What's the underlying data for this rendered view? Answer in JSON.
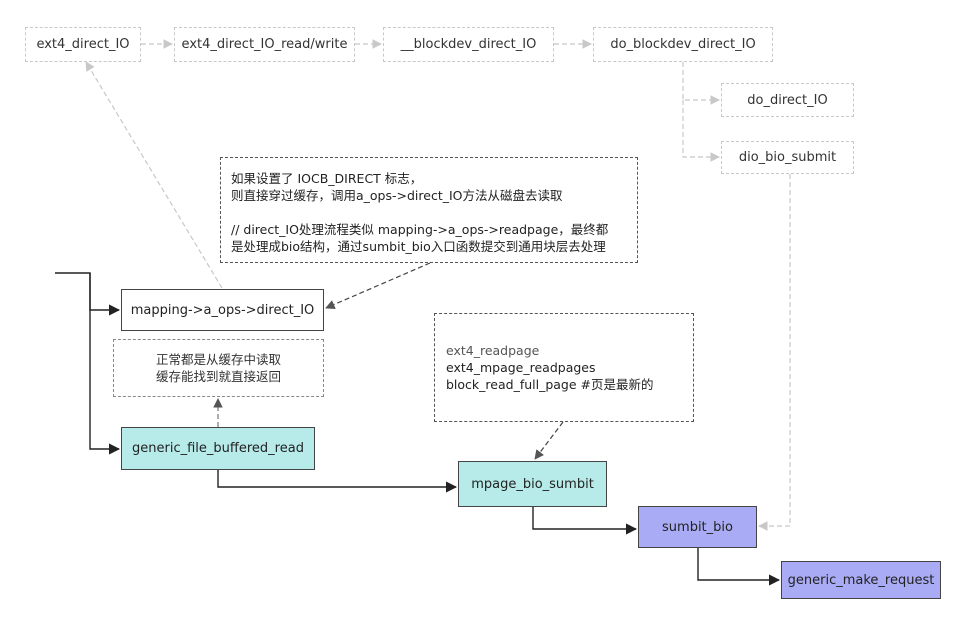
{
  "nodes": {
    "ext4_direct_io": "ext4_direct_IO",
    "ext4_direct_io_rw": "ext4_direct_IO_read/write",
    "blockdev_direct_io": "__blockdev_direct_IO",
    "do_blockdev_direct_io": "do_blockdev_direct_IO",
    "do_direct_io": "do_direct_IO",
    "dio_bio_submit": "dio_bio_submit",
    "mapping_direct_io": "mapping->a_ops->direct_IO",
    "generic_file_buffered_read": "generic_file_buffered_read",
    "mpage_bio_sumbit": "mpage_bio_sumbit",
    "sumbit_bio": "sumbit_bio",
    "generic_make_request": "generic_make_request"
  },
  "notes": {
    "direct_io_note": [
      "如果设置了 IOCB_DIRECT 标志，",
      "则直接穿过缓存，调用a_ops->direct_IO方法从磁盘去读取",
      "",
      "// direct_IO处理流程类似 mapping->a_ops->readpage，最终都",
      "是处理成bio结构，通过sumbit_bio入口函数提交到通用块层去处理"
    ],
    "cache_note": [
      "正常都是从缓存中读取",
      "缓存能找到就直接返回"
    ],
    "readpage_note": [
      "ext4_readpage",
      "ext4_mpage_readpages",
      "block_read_full_page  #页是最新的"
    ]
  },
  "colors": {
    "cyan_fill": "#b6ebe9",
    "blue_fill": "#a9acf5",
    "dashed_grey": "#c8c8c8"
  }
}
